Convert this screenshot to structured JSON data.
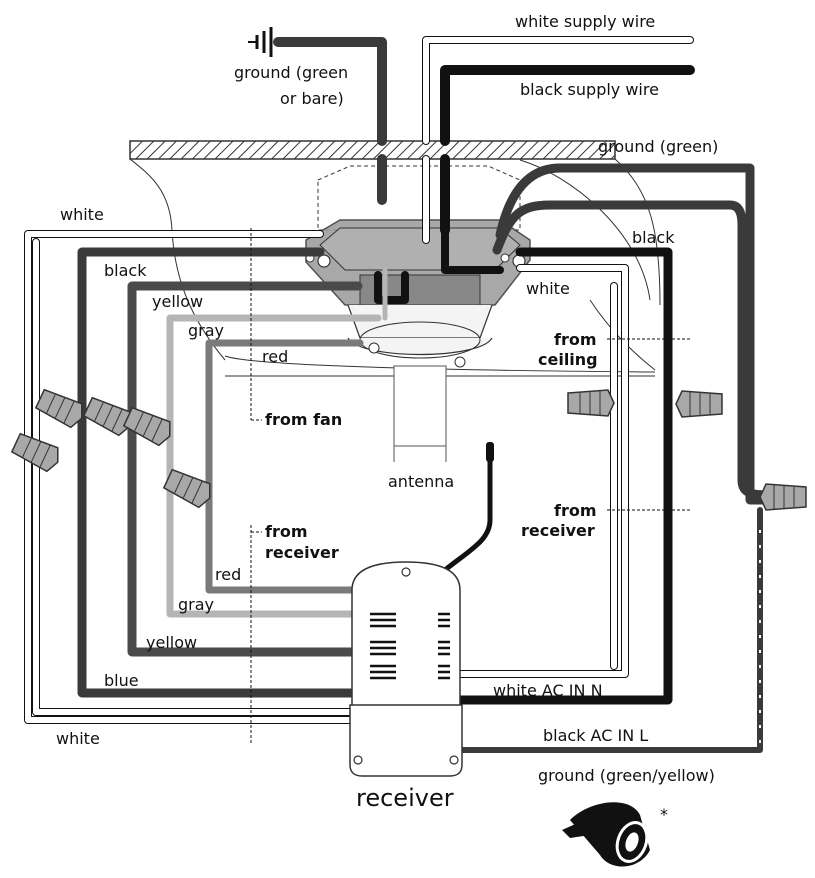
{
  "labels": {
    "white_supply": "white supply wire",
    "black_supply": "black supply wire",
    "ground_top_1": "ground (green",
    "ground_top_2": "or bare)",
    "ground_green": "ground (green)",
    "white_left_top": "white",
    "black_left": "black",
    "yellow_left": "yellow",
    "gray_left": "gray",
    "red_left": "red",
    "black_right": "black",
    "white_right": "white",
    "from_ceiling_1": "from",
    "from_ceiling_2": "ceiling",
    "from_fan": "from fan",
    "antenna": "antenna",
    "from_receiver_r1": "from",
    "from_receiver_r2": "receiver",
    "from_receiver_l1": "from",
    "from_receiver_l2": "receiver",
    "red_lower": "red",
    "gray_lower": "gray",
    "yellow_lower": "yellow",
    "blue_lower": "blue",
    "white_lower": "white",
    "white_ac": "white AC IN N",
    "black_ac": "black AC IN L",
    "ground_gy": "ground (green/yellow)",
    "receiver": "receiver",
    "asterisk": "*"
  },
  "colors": {
    "black_wire": "#111111",
    "dark_wire": "#3a3a3a",
    "yellow_wire": "#4a4a4a",
    "gray_wire": "#b5b5b5",
    "red_wire": "#7a7a7a",
    "white_wire": "#ffffff",
    "outline": "#333333",
    "canopy_fill": "#9a9a9a",
    "nut_fill": "#a8a8a8"
  },
  "icons": {
    "ground_symbol": "ground-symbol-icon",
    "wire_nut": "wire-nut-icon",
    "electrical_tape": "electrical-tape-icon"
  }
}
